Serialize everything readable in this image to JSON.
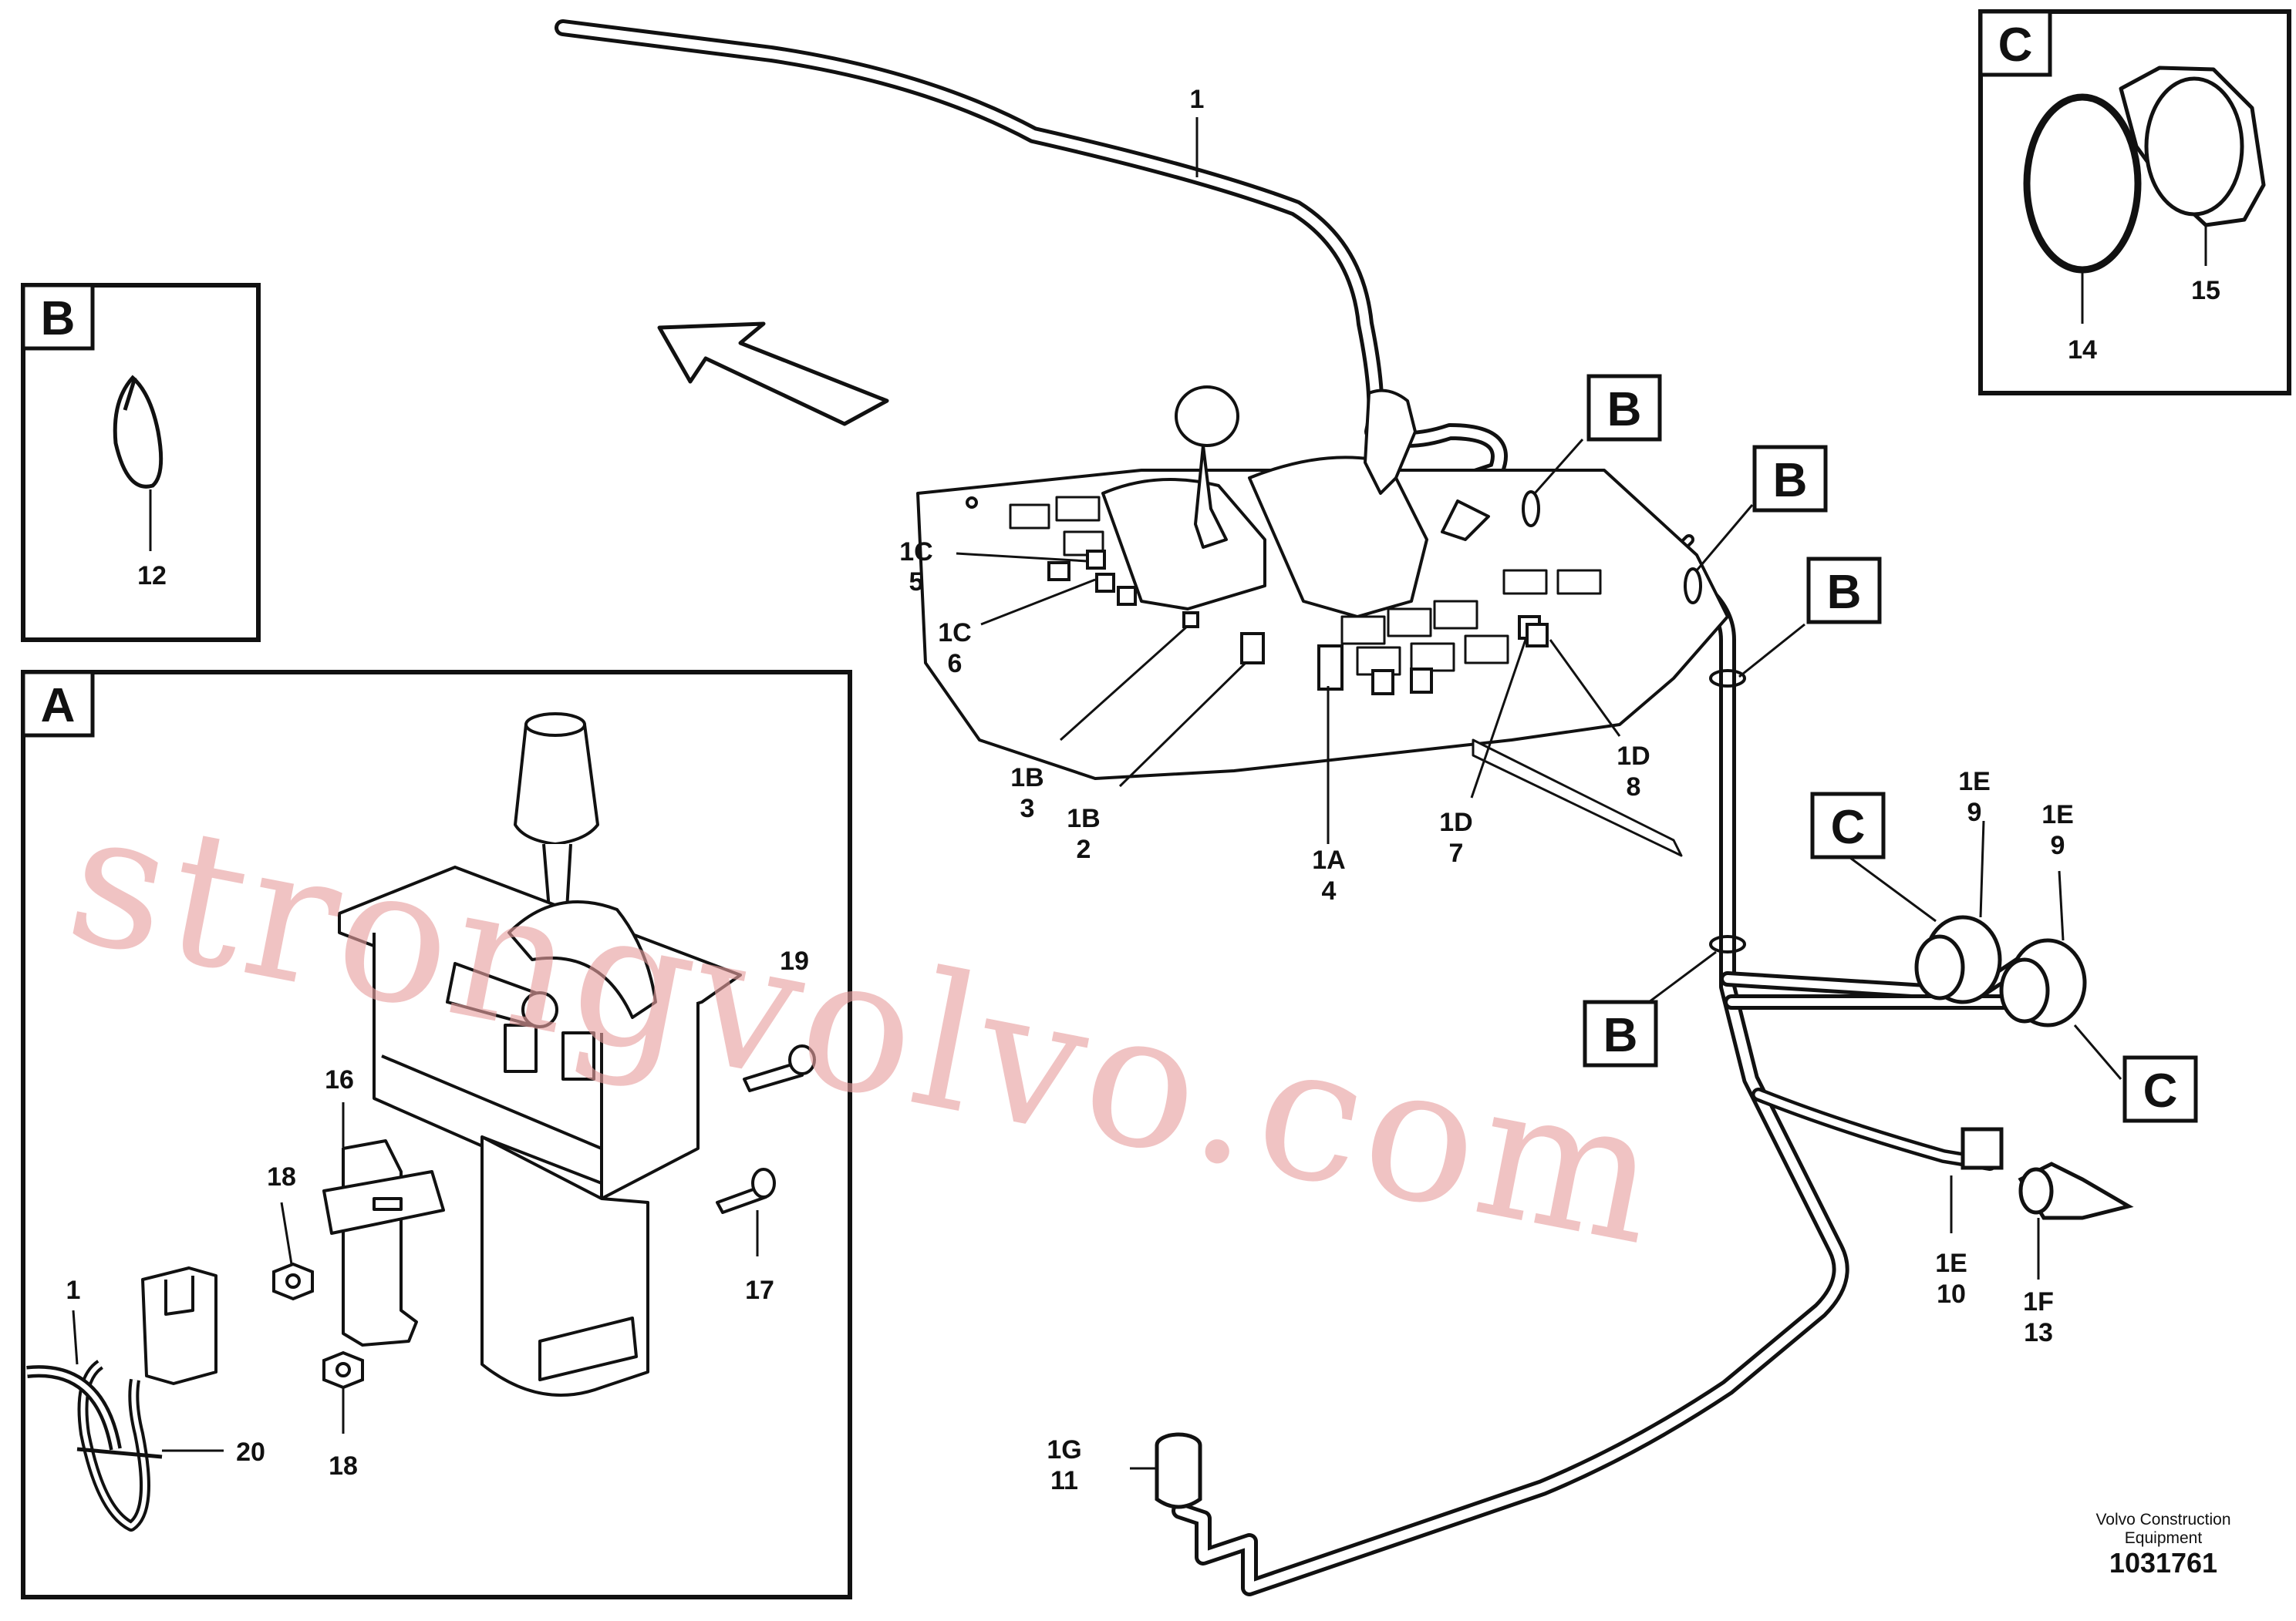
{
  "drawing": {
    "id": "1031761",
    "publisher_line1": "Volvo Construction",
    "publisher_line2": "Equipment",
    "watermark": "strongvolvo.com"
  },
  "callouts": {
    "main_1": "1",
    "c1c_a": "1C",
    "c5": "5",
    "c1c_b": "1C",
    "c6": "6",
    "c1b_a": "1B",
    "c3": "3",
    "c1b_b": "1B",
    "c2": "2",
    "c1a": "1A",
    "c4": "4",
    "c1d_a": "1D",
    "c7": "7",
    "c1d_b": "1D",
    "c8": "8",
    "c1e_a": "1E",
    "c9_a": "9",
    "c1e_b": "1E",
    "c9_b": "9",
    "c1e_c": "1E",
    "c10": "10",
    "c1f": "1F",
    "c13": "13",
    "c1g": "1G",
    "c11": "11"
  },
  "view_tags": {
    "b1": "B",
    "b2": "B",
    "b3": "B",
    "b4": "B",
    "c1": "C",
    "c2": "C"
  },
  "detail_b": {
    "label": "B",
    "part": "12"
  },
  "detail_c": {
    "label": "C",
    "part_ring": "14",
    "part_nut": "15"
  },
  "detail_a": {
    "label": "A",
    "p1": "1",
    "p16": "16",
    "p17": "17",
    "p18a": "18",
    "p18b": "18",
    "p19": "19",
    "p20": "20"
  }
}
